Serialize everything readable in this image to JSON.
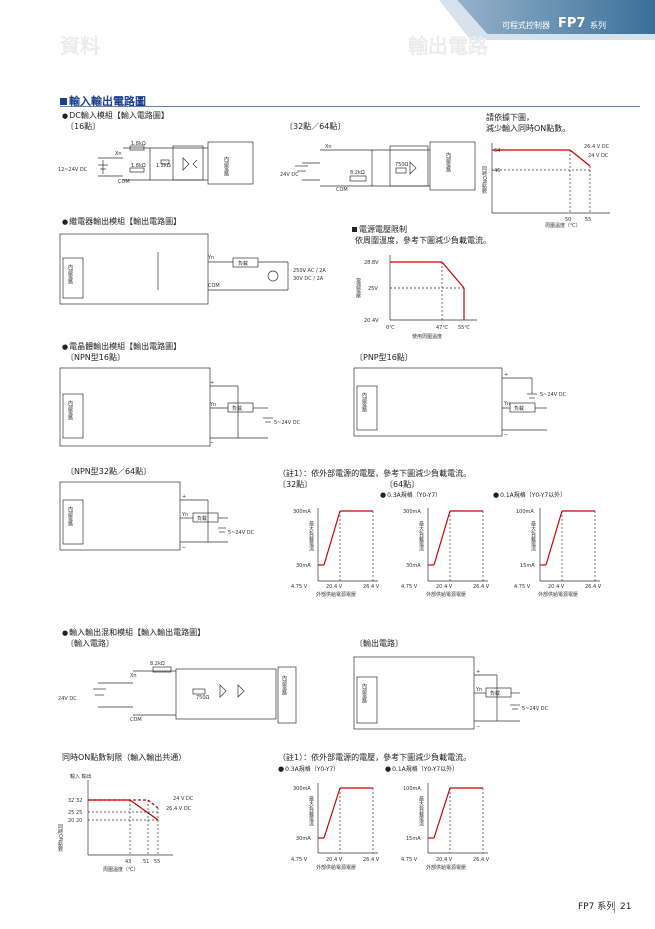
{
  "header": {
    "subtitle": "可程式控制器",
    "brand": "FP7",
    "series": "系列",
    "ghost_text": "輸出電路",
    "ghost_text2": "資料"
  },
  "section_title": "輸入輸出電路圖",
  "dc_input": {
    "title": "DC輸入模組【輸入電路圖】",
    "sub16": "〔16點〕",
    "sub32": "〔32點／64點〕",
    "voltage": "12~24V DC",
    "voltage2": "24V DC",
    "r1": "1.8kΩ",
    "r2": "1.8kΩ",
    "r3": "1.2kΩ",
    "r4": "8.2kΩ",
    "r5": "750Ω",
    "xn": "Xn",
    "com": "COM",
    "internal": "內部電路"
  },
  "derating_on": {
    "note1": "請依據下圖，",
    "note2": "減少輸入同時ON點數。",
    "y_label": "同時ON點數",
    "y_ticks": [
      "64",
      "46"
    ],
    "x_ticks": [
      "50",
      "55"
    ],
    "x_label": "周圍溫度（℃）",
    "line1": "26.4 V DC",
    "line2": "24 V DC"
  },
  "relay": {
    "title": "繼電器輸出模組【輸出電路圖】",
    "yn": "Yn",
    "load": "負載",
    "com": "COM",
    "v1": "250V AC / 2A",
    "v2": "30V DC / 2A",
    "internal": "內部電路"
  },
  "power_limit": {
    "title": "電源電壓限制",
    "desc": "依周圍溫度，參考下圖減少負載電流。",
    "y_label": "電源電壓",
    "y_ticks": [
      "28.8V",
      "25V",
      "20.4V"
    ],
    "x_ticks": [
      "0℃",
      "47℃",
      "55℃"
    ],
    "x_label": "使用周圍溫度"
  },
  "transistor": {
    "title": "電晶體輸出模組【輸出電路圖】",
    "npn16": "〔NPN型16點〕",
    "pnp16": "〔PNP型16點〕",
    "npn32": "〔NPN型32點／64點〕",
    "yn": "Yn",
    "load": "負載",
    "v": "5~24V DC",
    "plus": "+",
    "minus": "−",
    "internal": "內部電路"
  },
  "note1": {
    "text": "（註1）：依外部電源的電壓，參考下圖減少負載電流。",
    "p32": "〔32點〕",
    "p64": "〔64點〕",
    "spec_a": "0.3A規格（Y0-Y7）",
    "spec_b": "0.1A規格（Y0-Y7以外）",
    "y_label": "最大負載電流",
    "x_label": "外部供給電源電壓",
    "ticks_a": [
      "300mA",
      "30mA"
    ],
    "ticks_b": [
      "100mA",
      "15mA"
    ],
    "x_ticks": [
      "4.75 V",
      "20.4 V",
      "26.4 V"
    ]
  },
  "mixed": {
    "title": "輸入輸出混和模組【輸入輸出電路圖】",
    "in_label": "〔輸入電路〕",
    "out_label": "〔輸出電路〕",
    "v_in": "24V DC",
    "r1": "8.2kΩ",
    "r2": "750Ω",
    "xn": "Xn",
    "com": "COM",
    "yn": "Yn",
    "load": "負載",
    "v_out": "5~24V DC",
    "internal": "內部電路"
  },
  "simul_on": {
    "title": "同時ON點數制限（輸入輸出共通）",
    "y_label": "同時ON點數",
    "io_label": "輸入 輸出",
    "y_ticks": [
      "32 32",
      "25 25",
      "20 20"
    ],
    "x_ticks": [
      "43",
      "51",
      "55"
    ],
    "x_label": "周圍溫度（℃）",
    "line1": "24 V DC",
    "line2": "26.4 V DC"
  },
  "note2": {
    "text": "（註1）：依外部電源的電壓，參考下圖減少負載電流。",
    "spec_a": "0.3A規格（Y0-Y7）",
    "spec_b": "0.1A規格（Y0-Y7以外）"
  },
  "footer": {
    "series": "FP7 系列",
    "page": "21"
  }
}
